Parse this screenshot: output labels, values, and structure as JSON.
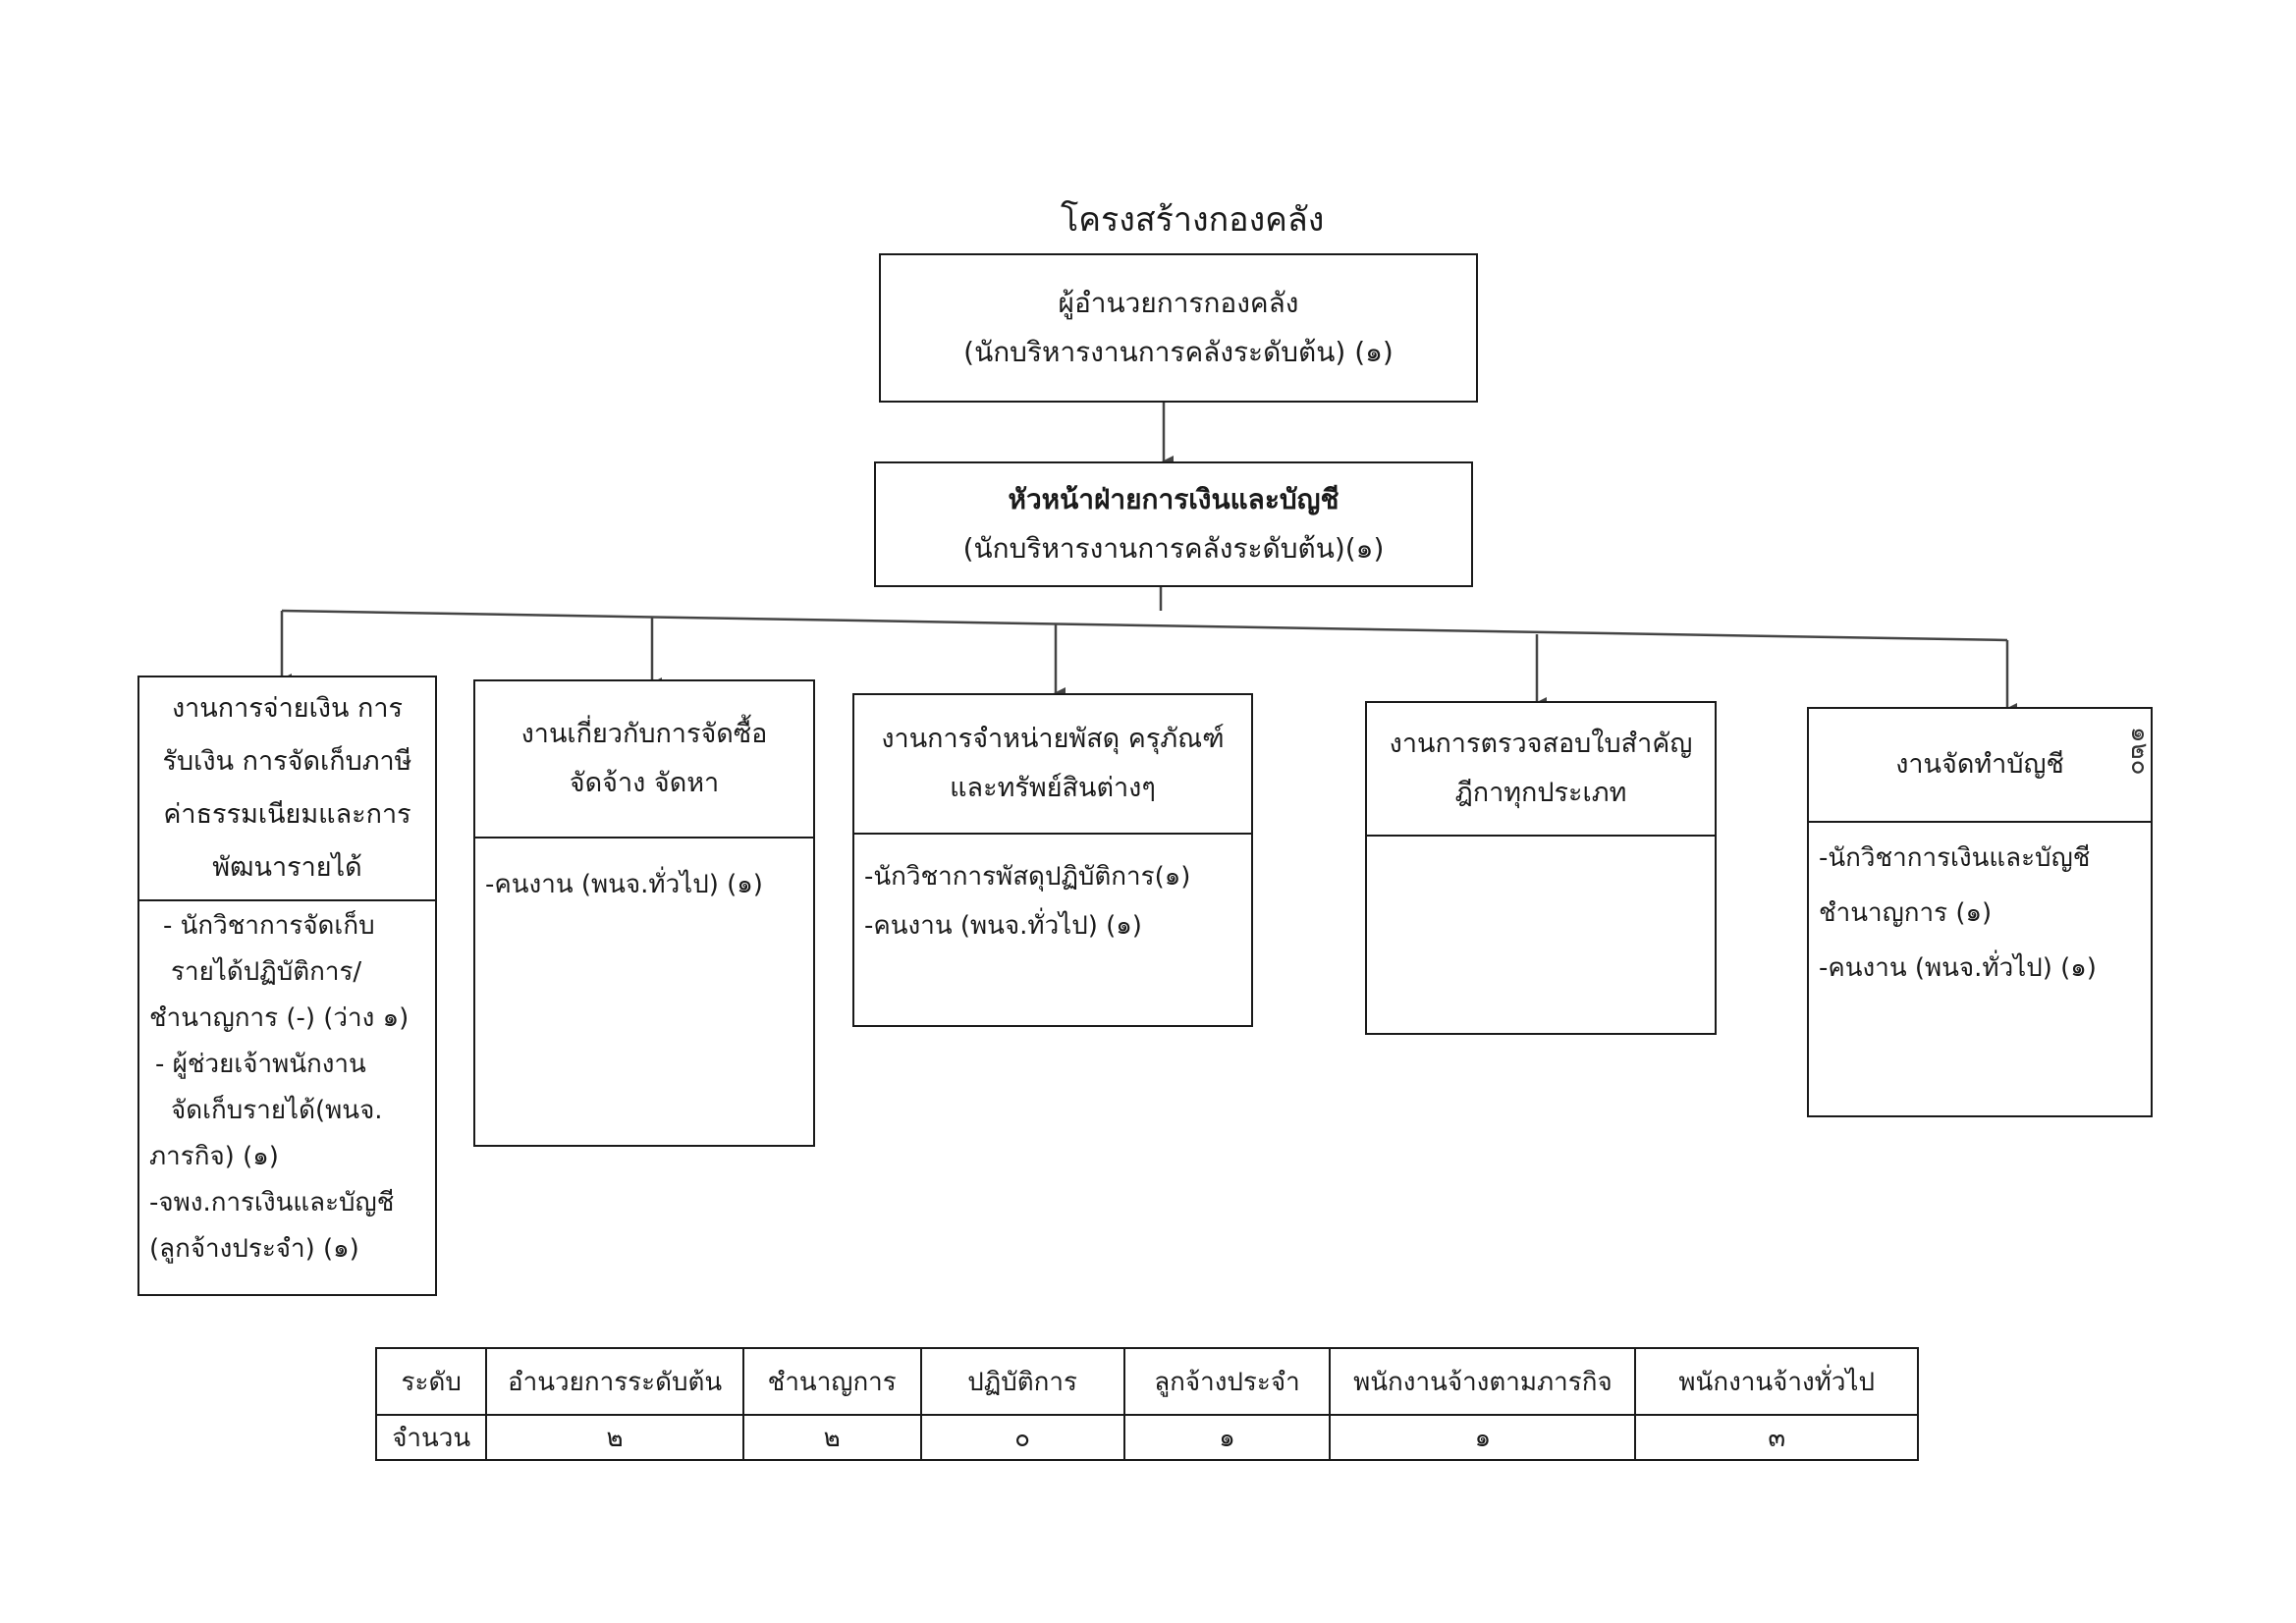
{
  "title": "โครงสร้างกองคลัง",
  "director": {
    "line1": "ผู้อำนวยการกองคลัง",
    "line2": "(นักบริหารงานการคลังระดับต้น) (๑)"
  },
  "head_of_division": {
    "line1": "หัวหน้าฝ่ายการเงินและบัญชี",
    "line2": "(นักบริหารงานการคลังระดับต้น)(๑)"
  },
  "units": [
    {
      "title_lines": [
        "งานการจ่ายเงิน การ",
        "รับเงิน การจัดเก็บภาษี",
        "ค่าธรรมเนียมและการ",
        "พัฒนารายได้"
      ],
      "staff_lines": [
        "- นักวิชาการจัดเก็บ",
        "รายได้ปฏิบัติการ/",
        "ชำนาญการ (-) (ว่าง ๑)",
        "- ผู้ช่วยเจ้าพนักงาน",
        "จัดเก็บรายได้(พนจ.",
        "ภารกิจ) (๑)",
        "-จพง.การเงินและบัญชี",
        "(ลูกจ้างประจำ) (๑)"
      ]
    },
    {
      "title_lines": [
        "งานเกี่ยวกับการจัดซื้อ",
        "จัดจ้าง จัดหา"
      ],
      "staff_lines": [
        "-คนงาน (พนจ.ทั่วไป) (๑)"
      ]
    },
    {
      "title_lines": [
        "งานการจำหน่ายพัสดุ ครุภัณฑ์",
        "และทรัพย์สินต่างๆ"
      ],
      "staff_lines": [
        "-นักวิชาการพัสดุปฏิบัติการ(๑)",
        "-คนงาน (พนจ.ทั่วไป) (๑)"
      ]
    },
    {
      "title_lines": [
        "งานการตรวจสอบใบสำคัญ",
        "ฎีกาทุกประเภท"
      ],
      "staff_lines": []
    },
    {
      "title_lines": [
        "งานจัดทำบัญชี"
      ],
      "staff_lines": [
        "-นักวิชาการเงินและบัญชี",
        "ชำนาญการ (๑)",
        "-คนงาน (พนจ.ทั่วไป) (๑)"
      ]
    }
  ],
  "summary_table": {
    "headers": [
      "ระดับ",
      "อำนวยการระดับต้น",
      "ชำนาญการ",
      "ปฏิบัติการ",
      "ลูกจ้างประจำ",
      "พนักงานจ้างตามภารกิจ",
      "พนักงานจ้างทั่วไป"
    ],
    "row": [
      "จำนวน",
      "๒",
      "๒",
      "๐",
      "๑",
      "๑",
      "๓"
    ]
  },
  "margin_note": "๑๒๐"
}
